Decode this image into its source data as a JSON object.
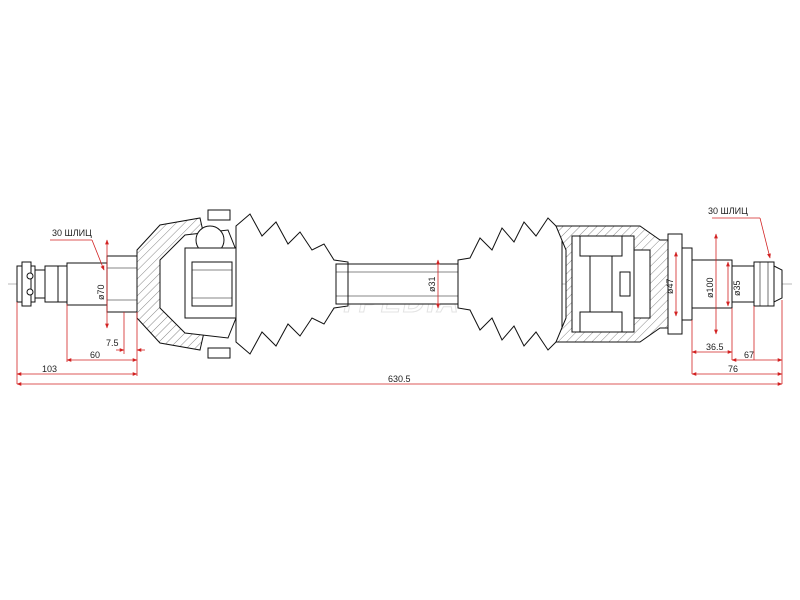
{
  "drawing": {
    "spline_left": "30 ШЛИЦ",
    "spline_right": "30 ШЛИЦ",
    "watermark": "AVTOSTPEDIA"
  },
  "dimensions": {
    "d70": "ø70",
    "d31": "ø31",
    "d47": "ø47",
    "d100": "ø100",
    "d35": "ø35",
    "l7_5": "7.5",
    "l60": "60",
    "l103": "103",
    "l630_5": "630.5",
    "l36_5": "36.5",
    "l67": "67",
    "l76": "76"
  },
  "colors": {
    "dimension": "#d22222",
    "outline": "#111111"
  }
}
